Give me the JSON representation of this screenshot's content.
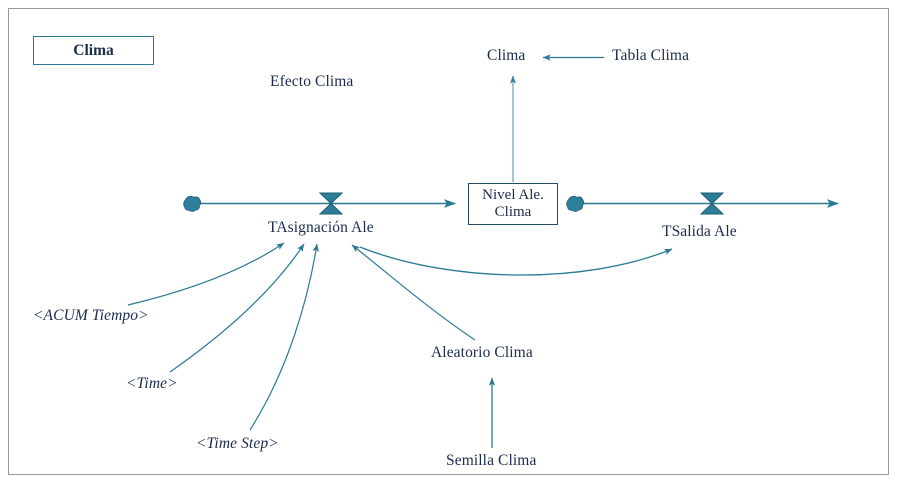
{
  "diagram": {
    "type": "system-dynamics-stock-and-flow",
    "title_box": {
      "label": "Clima"
    },
    "colors": {
      "frame_border": "#999999",
      "title_border": "#2a7a96",
      "stock_border": "#1f4e5f",
      "flow_pipe": "#2a7a96",
      "valve_fill": "#2e7f9b",
      "cloud_fill": "#2e7f9b",
      "causal_link": "#2a7a96",
      "light_link": "#a8c4d4",
      "text": "#1b2b4b"
    },
    "stocks": [
      {
        "id": "nivel-ale-clima",
        "line1": "Nivel Ale.",
        "line2": "Clima"
      }
    ],
    "flows": [
      {
        "id": "tasignacion-ale",
        "label": "TAsignación Ale"
      },
      {
        "id": "tsalida-ale",
        "label": "TSalida Ale"
      }
    ],
    "variables": [
      {
        "id": "efecto-clima",
        "label": "Efecto Clima",
        "italic": false
      },
      {
        "id": "clima-aux",
        "label": "Clima",
        "italic": false
      },
      {
        "id": "tabla-clima",
        "label": "Tabla Clima",
        "italic": false
      },
      {
        "id": "aleatorio-clima",
        "label": "Aleatorio Clima",
        "italic": false
      },
      {
        "id": "semilla-clima",
        "label": "Semilla Clima",
        "italic": false
      },
      {
        "id": "acum-tiempo",
        "label": "<ACUM Tiempo>",
        "italic": true
      },
      {
        "id": "time",
        "label": "<Time>",
        "italic": true
      },
      {
        "id": "time-step",
        "label": "<Time Step>",
        "italic": true
      }
    ],
    "links": [
      {
        "from": "acum-tiempo",
        "to": "tasignacion-ale"
      },
      {
        "from": "time",
        "to": "tasignacion-ale"
      },
      {
        "from": "time-step",
        "to": "tasignacion-ale"
      },
      {
        "from": "aleatorio-clima",
        "to": "tasignacion-ale"
      },
      {
        "from": "aleatorio-clima",
        "to": "tsalida-ale"
      },
      {
        "from": "semilla-clima",
        "to": "aleatorio-clima"
      },
      {
        "from": "tabla-clima",
        "to": "clima-aux"
      },
      {
        "from": "nivel-ale-clima",
        "to": "clima-aux"
      }
    ]
  }
}
